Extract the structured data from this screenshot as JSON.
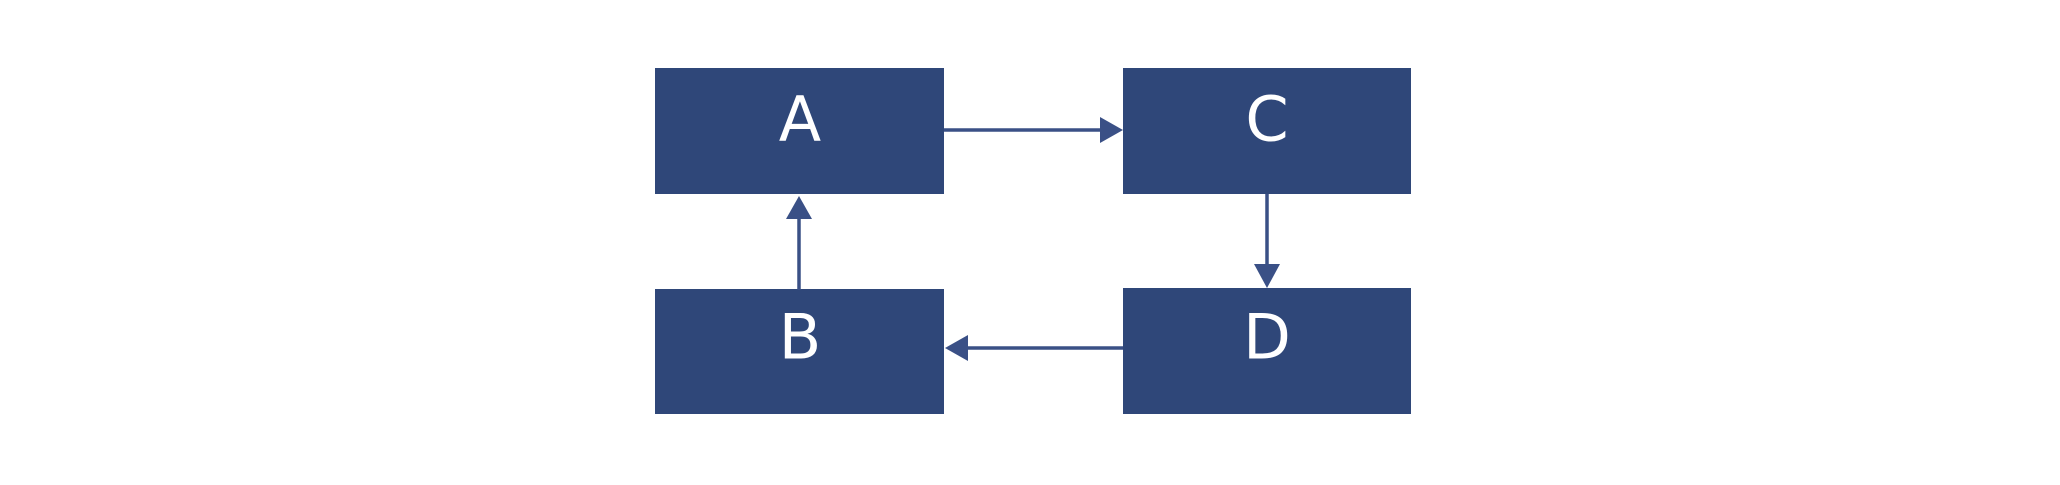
{
  "diagram": {
    "type": "flowchart-cycle",
    "nodes": [
      {
        "id": "A",
        "label": "A"
      },
      {
        "id": "B",
        "label": "B"
      },
      {
        "id": "C",
        "label": "C"
      },
      {
        "id": "D",
        "label": "D"
      }
    ],
    "edges": [
      {
        "from": "A",
        "to": "C",
        "direction": "right"
      },
      {
        "from": "C",
        "to": "D",
        "direction": "down"
      },
      {
        "from": "D",
        "to": "B",
        "direction": "left"
      },
      {
        "from": "B",
        "to": "A",
        "direction": "up"
      }
    ]
  },
  "colors": {
    "background": "#ffffff",
    "node-fill": "#2f4779",
    "node-stroke": "#2f4779",
    "node-text": "#ffffff",
    "arrow": "#3a5086"
  }
}
